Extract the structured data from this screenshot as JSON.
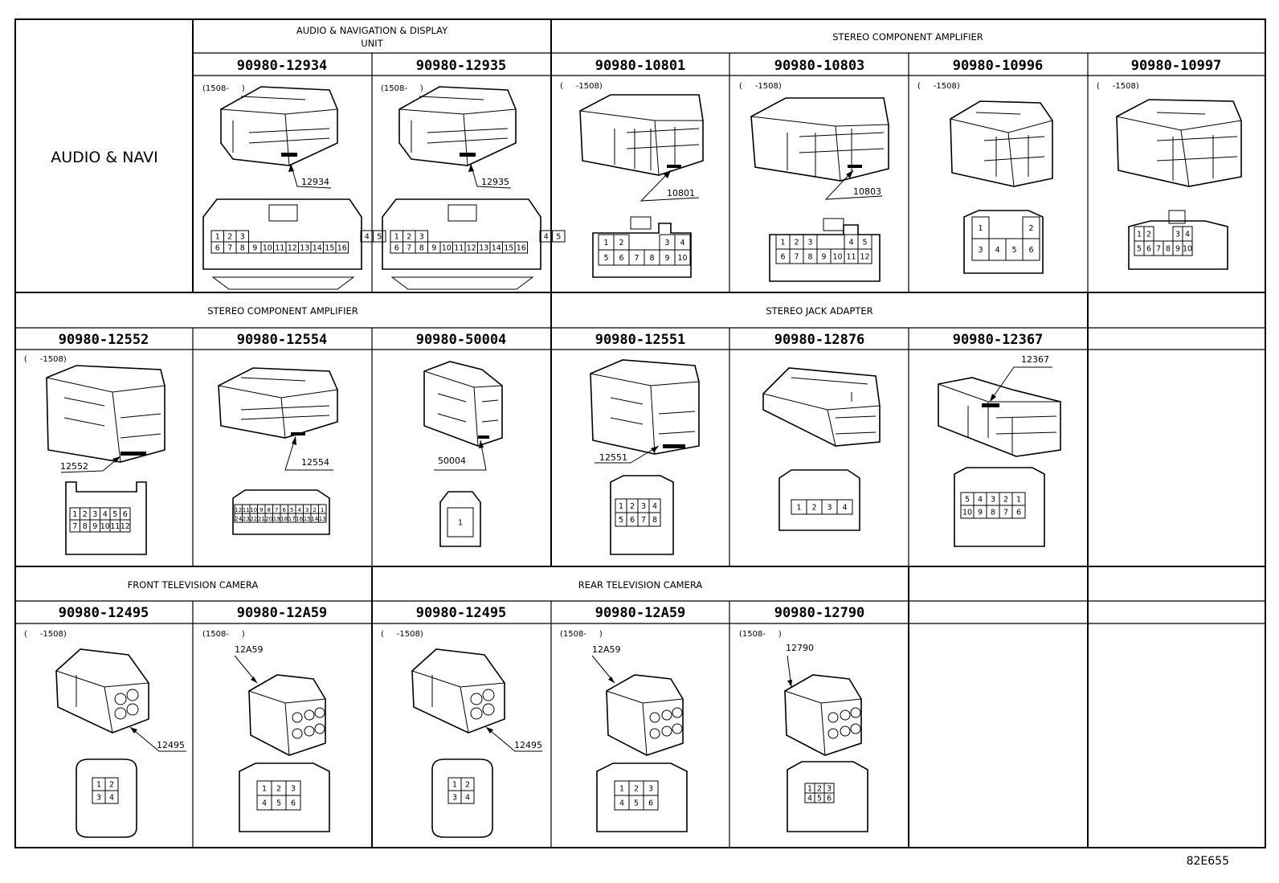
{
  "title_cell": "AUDIO & NAVI",
  "groups": {
    "audio_nav_display": "AUDIO & NAVIGATION & DISPLAY UNIT",
    "stereo_amp_1": "STEREO COMPONENT AMPLIFIER",
    "stereo_amp_2": "STEREO COMPONENT AMPLIFIER",
    "stereo_jack": "STEREO JACK ADAPTER",
    "front_camera": "FRONT TELEVISION CAMERA",
    "rear_camera": "REAR TELEVISION CAMERA"
  },
  "row1": [
    {
      "part": "90980-12934",
      "date": "(1508-     )",
      "callout": "12934",
      "face": {
        "rows": [
          [
            "1",
            "2",
            "3",
            "",
            "",
            "",
            "",
            "",
            "",
            "",
            "",
            "",
            "4",
            "5"
          ],
          [
            "6",
            "7",
            "8",
            "9",
            "10",
            "11",
            "12",
            "13",
            "14",
            "15",
            "16"
          ]
        ]
      }
    },
    {
      "part": "90980-12935",
      "date": "(1508-     )",
      "callout": "12935",
      "face": {
        "rows": [
          [
            "1",
            "2",
            "3",
            "",
            "",
            "",
            "",
            "",
            "",
            "",
            "",
            "",
            "4",
            "5"
          ],
          [
            "6",
            "7",
            "8",
            "9",
            "10",
            "11",
            "12",
            "13",
            "14",
            "15",
            "16"
          ]
        ]
      }
    },
    {
      "part": "90980-10801",
      "date": "(     -1508)",
      "callout": "10801",
      "face": {
        "rows": [
          [
            "1",
            "2",
            "",
            "",
            "3",
            "4"
          ],
          [
            "5",
            "6",
            "7",
            "8",
            "9",
            "10"
          ]
        ]
      }
    },
    {
      "part": "90980-10803",
      "date": "(     -1508)",
      "callout": "10803",
      "face": {
        "rows": [
          [
            "1",
            "2",
            "3",
            "",
            "",
            "4",
            "5"
          ],
          [
            "6",
            "7",
            "8",
            "9",
            "10",
            "11",
            "12"
          ]
        ]
      }
    },
    {
      "part": "90980-10996",
      "date": "(     -1508)",
      "callout": "",
      "face": {
        "rows": [
          [
            "1",
            "",
            "",
            "2"
          ],
          [
            "3",
            "4",
            "5",
            "6"
          ]
        ]
      }
    },
    {
      "part": "90980-10997",
      "date": "(     -1508)",
      "callout": "",
      "face": {
        "rows": [
          [
            "1",
            "2",
            "",
            "",
            "3",
            "4"
          ],
          [
            "5",
            "6",
            "7",
            "8",
            "9",
            "10"
          ]
        ]
      }
    }
  ],
  "row2": [
    {
      "part": "90980-12552",
      "date": "(     -1508)",
      "callout": "12552",
      "face": {
        "rows": [
          [
            "1",
            "2",
            "3",
            "4",
            "5",
            "6"
          ],
          [
            "7",
            "8",
            "9",
            "10",
            "11",
            "12"
          ]
        ]
      }
    },
    {
      "part": "90980-12554",
      "date": "",
      "callout": "12554",
      "face": {
        "rows": [
          [
            "12",
            "11",
            "10",
            "9",
            "8",
            "7",
            "6",
            "5",
            "4",
            "3",
            "2",
            "1"
          ],
          [
            "24",
            "23",
            "22",
            "21",
            "20",
            "19",
            "18",
            "17",
            "16",
            "15",
            "14",
            "13"
          ]
        ]
      }
    },
    {
      "part": "90980-50004",
      "date": "",
      "callout": "50004",
      "face": {
        "rows": [
          [
            "1"
          ]
        ]
      }
    },
    {
      "part": "90980-12551",
      "date": "",
      "callout": "12551",
      "face": {
        "rows": [
          [
            "1",
            "2",
            "3",
            "4"
          ],
          [
            "5",
            "6",
            "7",
            "8"
          ]
        ]
      }
    },
    {
      "part": "90980-12876",
      "date": "",
      "callout": "",
      "face": {
        "rows": [
          [
            "1",
            "2",
            "3",
            "4"
          ]
        ]
      }
    },
    {
      "part": "90980-12367",
      "date": "",
      "callout": "12367",
      "face": {
        "rows": [
          [
            "5",
            "4",
            "3",
            "2",
            "1"
          ],
          [
            "10",
            "9",
            "8",
            "7",
            "6"
          ]
        ]
      }
    }
  ],
  "row3": [
    {
      "part": "90980-12495",
      "date": "(     -1508)",
      "callout": "12495",
      "face": {
        "rows": [
          [
            "1",
            "2"
          ],
          [
            "3",
            "4"
          ]
        ]
      }
    },
    {
      "part": "90980-12A59",
      "date": "(1508-     )",
      "callout": "12A59",
      "face": {
        "rows": [
          [
            "1",
            "2",
            "3"
          ],
          [
            "4",
            "5",
            "6"
          ]
        ]
      }
    },
    {
      "part": "90980-12495",
      "date": "(     -1508)",
      "callout": "12495",
      "face": {
        "rows": [
          [
            "1",
            "2"
          ],
          [
            "3",
            "4"
          ]
        ]
      }
    },
    {
      "part": "90980-12A59",
      "date": "(1508-     )",
      "callout": "12A59",
      "face": {
        "rows": [
          [
            "1",
            "2",
            "3"
          ],
          [
            "4",
            "5",
            "6"
          ]
        ]
      }
    },
    {
      "part": "90980-12790",
      "date": "(1508-     )",
      "callout": "12790",
      "face": {
        "rows": [
          [
            "1",
            "2",
            "3"
          ],
          [
            "4",
            "5",
            "6"
          ]
        ]
      }
    }
  ],
  "footer_ref": "82E655"
}
